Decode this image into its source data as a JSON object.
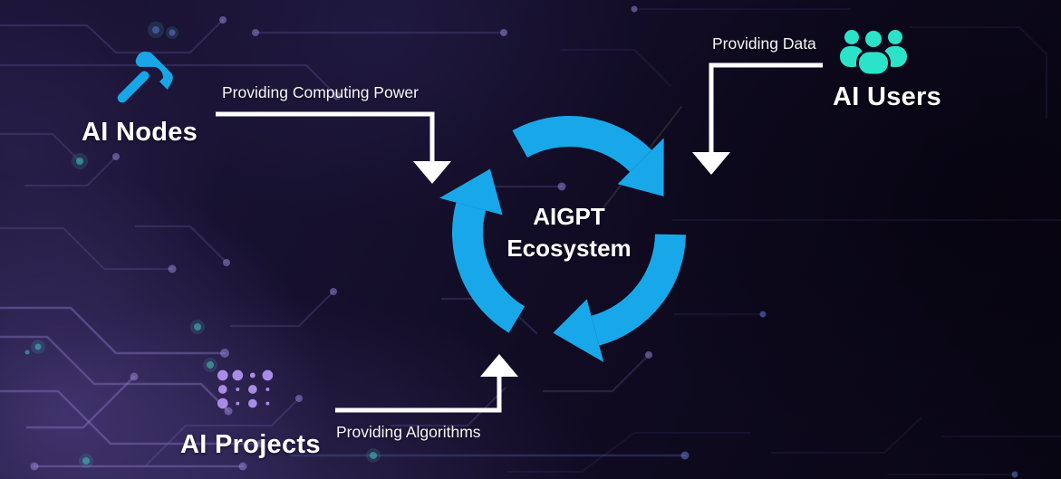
{
  "diagram": {
    "center": {
      "title_line1": "AIGPT",
      "title_line2": "Ecosystem",
      "ring_color": "#18A8EA"
    },
    "entities": {
      "nodes": {
        "label": "AI Nodes",
        "contribution": "Providing Computing Power",
        "icon": "hammer-icon",
        "icon_color": "#18A6E6"
      },
      "users": {
        "label": "AI Users",
        "contribution": "Providing Data",
        "icon": "users-icon",
        "icon_color": "#2BE3C9"
      },
      "projects": {
        "label": "AI Projects",
        "contribution": "Providing Algorithms",
        "icon": "dot-matrix-icon",
        "icon_color": "#A98CE6"
      }
    },
    "arrow_color": "#FFFFFF"
  }
}
